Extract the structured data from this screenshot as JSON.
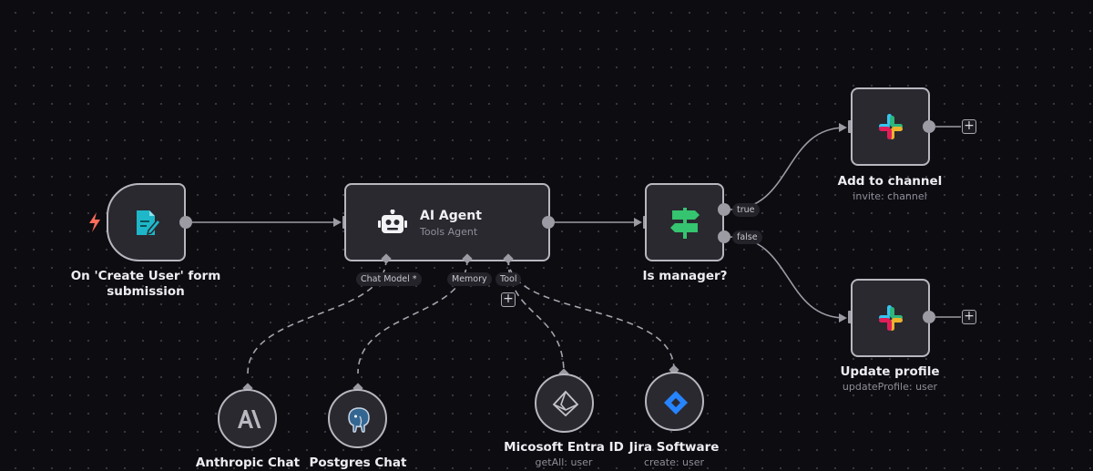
{
  "nodes": {
    "trigger": {
      "label_line1": "On 'Create User' form",
      "label_line2": "submission"
    },
    "agent": {
      "title": "AI Agent",
      "subtitle": "Tools Agent",
      "connectors": {
        "chat_model": "Chat Model *",
        "memory": "Memory",
        "tool": "Tool"
      }
    },
    "if_node": {
      "label": "Is manager?",
      "outputs": {
        "true": "true",
        "false": "false"
      }
    },
    "add_channel": {
      "label": "Add to channel",
      "sublabel": "invite: channel"
    },
    "update_profile": {
      "label": "Update profile",
      "sublabel": "updateProfile: user"
    },
    "anthropic": {
      "label": "Anthropic Chat"
    },
    "postgres": {
      "label": "Postgres Chat"
    },
    "entra": {
      "label": "Micosoft Entra ID",
      "sublabel": "getAll: user"
    },
    "jira": {
      "label": "Jira Software",
      "sublabel": "create: user"
    }
  },
  "buttons": {
    "add_node_symbol": "+"
  },
  "colors": {
    "trigger_bolt": "#ff6d5a",
    "form_icon": "#1eb7c9",
    "signpost": "#35c46f",
    "jira_blue": "#2684ff"
  }
}
